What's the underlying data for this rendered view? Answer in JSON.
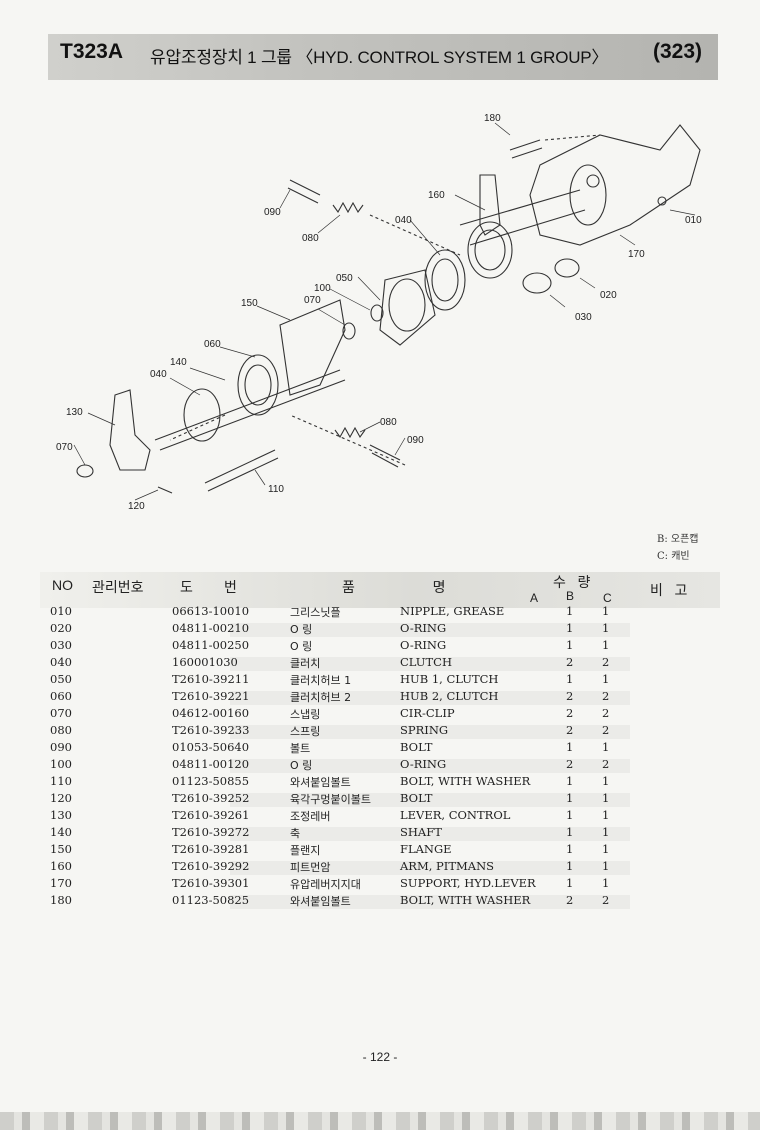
{
  "header": {
    "code": "T323A",
    "title": "유압조정장치 1 그룹 〈HYD. CONTROL SYSTEM 1 GROUP〉",
    "page_ref": "(323)"
  },
  "diagram_labels": [
    "180",
    "090",
    "080",
    "160",
    "040",
    "010",
    "170",
    "050",
    "100",
    "070",
    "020",
    "030",
    "150",
    "060",
    "140",
    "040",
    "130",
    "070",
    "120",
    "080",
    "090",
    "110"
  ],
  "legend": {
    "b": "B: 오픈캡",
    "c": "C: 캐빈"
  },
  "table": {
    "headers": {
      "no": "NO",
      "mgmt_no": "관리번호",
      "drawing_no": "도        번",
      "name": "품                    명",
      "qty": "수   량",
      "col_a": "A",
      "col_b": "B",
      "col_c": "C",
      "remarks": "비   고"
    },
    "rows": [
      {
        "no": "010",
        "part": "06613-10010",
        "kr": "그리스닛플",
        "en": "NIPPLE, GREASE",
        "b": "1",
        "c": "1"
      },
      {
        "no": "020",
        "part": "04811-00210",
        "kr": "O 링",
        "en": "O-RING",
        "b": "1",
        "c": "1"
      },
      {
        "no": "030",
        "part": "04811-00250",
        "kr": "O 링",
        "en": "O-RING",
        "b": "1",
        "c": "1"
      },
      {
        "no": "040",
        "part": "160001030",
        "kr": "클러치",
        "en": "CLUTCH",
        "b": "2",
        "c": "2"
      },
      {
        "no": "050",
        "part": "T2610-39211",
        "kr": "클러치허브 1",
        "en": "HUB 1, CLUTCH",
        "b": "1",
        "c": "1"
      },
      {
        "no": "060",
        "part": "T2610-39221",
        "kr": "클러치허브 2",
        "en": "HUB 2, CLUTCH",
        "b": "2",
        "c": "2"
      },
      {
        "no": "070",
        "part": "04612-00160",
        "kr": "스냅링",
        "en": "CIR-CLIP",
        "b": "2",
        "c": "2"
      },
      {
        "no": "080",
        "part": "T2610-39233",
        "kr": "스프링",
        "en": "SPRING",
        "b": "2",
        "c": "2"
      },
      {
        "no": "090",
        "part": "01053-50640",
        "kr": "볼트",
        "en": "BOLT",
        "b": "1",
        "c": "1"
      },
      {
        "no": "100",
        "part": "04811-00120",
        "kr": "O 링",
        "en": "O-RING",
        "b": "2",
        "c": "2"
      },
      {
        "no": "110",
        "part": "01123-50855",
        "kr": "와셔붙임볼트",
        "en": "BOLT, WITH WASHER",
        "b": "1",
        "c": "1"
      },
      {
        "no": "120",
        "part": "T2610-39252",
        "kr": "육각구멍붙이볼트",
        "en": "BOLT",
        "b": "1",
        "c": "1"
      },
      {
        "no": "130",
        "part": "T2610-39261",
        "kr": "조정레버",
        "en": "LEVER, CONTROL",
        "b": "1",
        "c": "1"
      },
      {
        "no": "140",
        "part": "T2610-39272",
        "kr": "축",
        "en": "SHAFT",
        "b": "1",
        "c": "1"
      },
      {
        "no": "150",
        "part": "T2610-39281",
        "kr": "플랜지",
        "en": "FLANGE",
        "b": "1",
        "c": "1"
      },
      {
        "no": "160",
        "part": "T2610-39292",
        "kr": "피트먼암",
        "en": "ARM, PITMANS",
        "b": "1",
        "c": "1"
      },
      {
        "no": "170",
        "part": "T2610-39301",
        "kr": "유압레버지지대",
        "en": "SUPPORT, HYD.LEVER",
        "b": "1",
        "c": "1"
      },
      {
        "no": "180",
        "part": "01123-50825",
        "kr": "와셔붙임볼트",
        "en": "BOLT, WITH WASHER",
        "b": "2",
        "c": "2"
      }
    ]
  },
  "footer": {
    "page_number": "- 122 -"
  }
}
